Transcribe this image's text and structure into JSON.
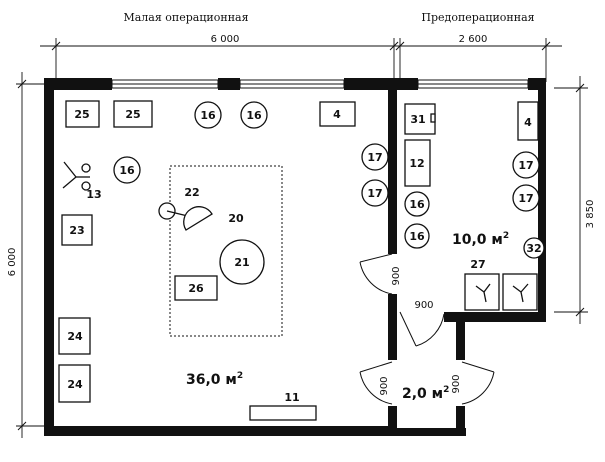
{
  "rooms": {
    "small_or": {
      "title": "Малая операционная",
      "area_num": "36,0 м",
      "area_sup": "2"
    },
    "preop": {
      "title": "Предоперационная",
      "area_num": "10,0 м",
      "area_sup": "2"
    },
    "vestibule": {
      "area_num": "2,0 м",
      "area_sup": "2"
    }
  },
  "dimensions": {
    "top_left": "6 000",
    "top_right": "2 600",
    "left": "6 000",
    "right": "3 850",
    "door_preop": "900",
    "door_corridor": "900",
    "door_vest_left": "900",
    "door_vest_right": "900"
  },
  "equipment": {
    "e25a": "25",
    "e25b": "25",
    "e16a": "16",
    "e16b": "16",
    "e16c": "16",
    "e16d": "16",
    "e16e": "16",
    "e4a": "4",
    "e4b": "4",
    "e17a": "17",
    "e17b": "17",
    "e17c": "17",
    "e17d": "17",
    "e13": "13",
    "e22": "22",
    "e20": "20",
    "e21": "21",
    "e23": "23",
    "e26": "26",
    "e24a": "24",
    "e24b": "24",
    "e11": "11",
    "e31": "31",
    "e12": "12",
    "e27": "27",
    "e32": "32"
  }
}
